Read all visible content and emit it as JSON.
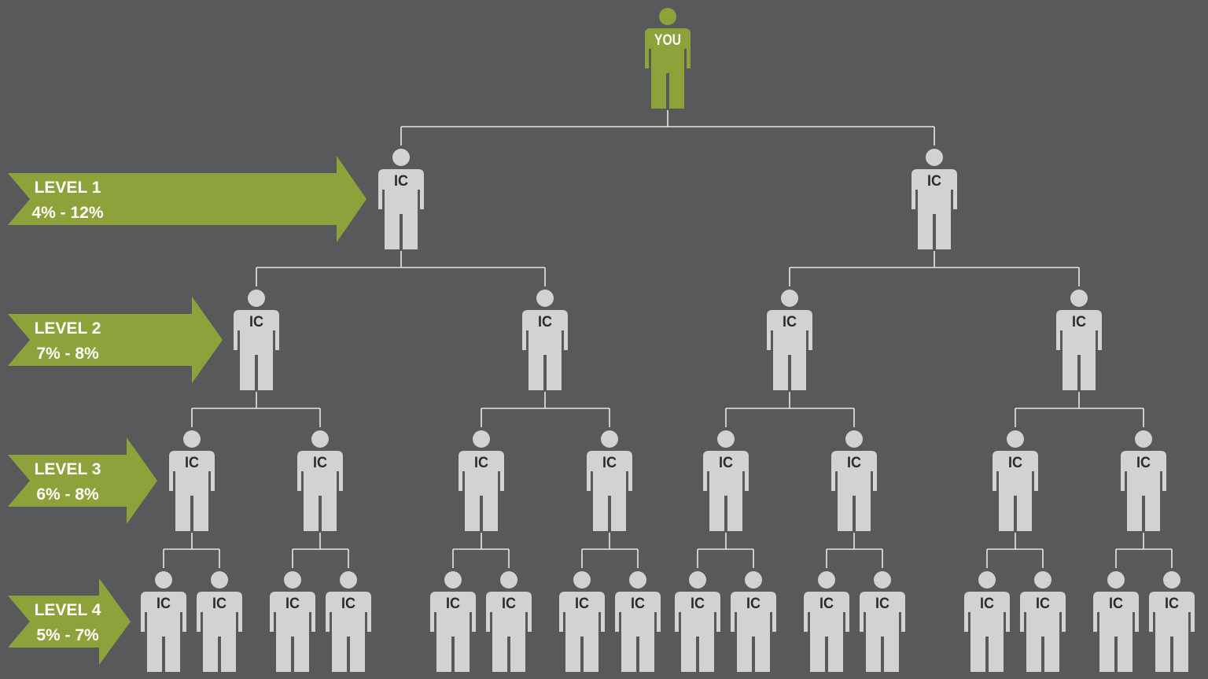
{
  "colors": {
    "background": "#58595b",
    "person": "#d1d2d4",
    "you_person": "#8da23a",
    "arrow": "#8da23a",
    "line": "#e6e6e6",
    "person_label": "#2b2b2b",
    "level_text": "#ffffff"
  },
  "root": {
    "label": "YOU",
    "icon": "person-icon"
  },
  "member_label": "IC",
  "tree": {
    "branching": 2,
    "depth": 4,
    "nodes_per_level": [
      2,
      4,
      8,
      16
    ]
  },
  "levels": [
    {
      "name": "LEVEL 1",
      "range": "4% - 12%"
    },
    {
      "name": "LEVEL 2",
      "range": "7% - 8%"
    },
    {
      "name": "LEVEL 3",
      "range": "6% - 8%"
    },
    {
      "name": "LEVEL 4",
      "range": "5% - 7%"
    }
  ]
}
